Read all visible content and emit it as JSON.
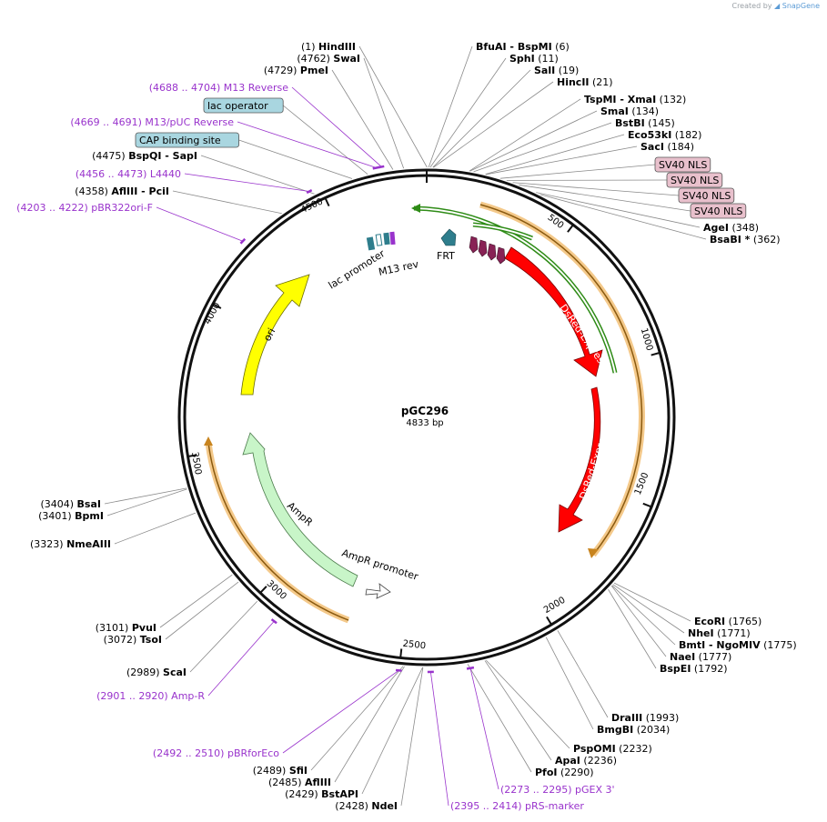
{
  "credit": {
    "prefix": "Created by",
    "brand": "SnapGene"
  },
  "plasmid": {
    "name": "pGC296",
    "length_label": "4833 bp",
    "length": 4833
  },
  "colors": {
    "backbone": "#111111",
    "tick": "#333333",
    "cut_line": "#8a8a8a",
    "primer": "#9933cc",
    "green_arrow": "#2e8b16",
    "orange_arrow": "#e8a24a",
    "dsred": "#ff0000",
    "ori": "#ffff00",
    "ampr": "#c8f5c8",
    "ampr_promoter": "#ffffff",
    "sv40": "#882255",
    "frt": "#2e7d8c",
    "lac_operator_bg": "#a9d6e0",
    "cap_bg": "#a9d6e0",
    "sv40_bg": "#e8c0cc"
  },
  "scale_ticks": [
    "500",
    "1000",
    "1500",
    "2000",
    "2500",
    "3000",
    "3500",
    "4000",
    "4500"
  ],
  "sites": [
    {
      "text_name": "HindIII",
      "pos_label": "(1)",
      "bp": 1
    },
    {
      "text_name": "BfuAI - BspMI",
      "pos_label": "(6)",
      "bp": 6
    },
    {
      "text_name": "SphI",
      "pos_label": "(11)",
      "bp": 11
    },
    {
      "text_name": "SalI",
      "pos_label": "(19)",
      "bp": 19
    },
    {
      "text_name": "HincII",
      "pos_label": "(21)",
      "bp": 21
    },
    {
      "text_name": "TspMI - XmaI",
      "pos_label": "(132)",
      "bp": 132
    },
    {
      "text_name": "SmaI",
      "pos_label": "(134)",
      "bp": 134
    },
    {
      "text_name": "BstBI",
      "pos_label": "(145)",
      "bp": 145
    },
    {
      "text_name": "Eco53kI",
      "pos_label": "(182)",
      "bp": 182
    },
    {
      "text_name": "SacI",
      "pos_label": "(184)",
      "bp": 184
    },
    {
      "text_name": "AgeI",
      "pos_label": "(348)",
      "bp": 348
    },
    {
      "text_name": "BsaBI *",
      "pos_label": "(362)",
      "bp": 362
    },
    {
      "text_name": "EcoRI",
      "pos_label": "(1765)",
      "bp": 1765
    },
    {
      "text_name": "NheI",
      "pos_label": "(1771)",
      "bp": 1771
    },
    {
      "text_name": "BmtI - NgoMIV",
      "pos_label": "(1775)",
      "bp": 1775
    },
    {
      "text_name": "NaeI",
      "pos_label": "(1777)",
      "bp": 1777
    },
    {
      "text_name": "BspEI",
      "pos_label": "(1792)",
      "bp": 1792
    },
    {
      "text_name": "DraIII",
      "pos_label": "(1993)",
      "bp": 1993
    },
    {
      "text_name": "BmgBI",
      "pos_label": "(2034)",
      "bp": 2034
    },
    {
      "text_name": "PspOMI",
      "pos_label": "(2232)",
      "bp": 2232
    },
    {
      "text_name": "ApaI",
      "pos_label": "(2236)",
      "bp": 2236
    },
    {
      "text_name": "PfoI",
      "pos_label": "(2290)",
      "bp": 2290
    },
    {
      "text_name": "NdeI",
      "pos_label": "(2428)",
      "bp": 2428
    },
    {
      "text_name": "BstAPI",
      "pos_label": "(2429)",
      "bp": 2429
    },
    {
      "text_name": "AflIII",
      "pos_label": "(2485)",
      "bp": 2485
    },
    {
      "text_name": "SfiI",
      "pos_label": "(2489)",
      "bp": 2489
    },
    {
      "text_name": "ScaI",
      "pos_label": "(2989)",
      "bp": 2989
    },
    {
      "text_name": "TsoI",
      "pos_label": "(3072)",
      "bp": 3072
    },
    {
      "text_name": "PvuI",
      "pos_label": "(3101)",
      "bp": 3101
    },
    {
      "text_name": "NmeAIII",
      "pos_label": "(3323)",
      "bp": 3323
    },
    {
      "text_name": "BpmI",
      "pos_label": "(3401)",
      "bp": 3401
    },
    {
      "text_name": "BsaI",
      "pos_label": "(3404)",
      "bp": 3404
    },
    {
      "text_name": "AflIII - PciI",
      "pos_label": "(4358)",
      "bp": 4358
    },
    {
      "text_name": "BspQI - SapI",
      "pos_label": "(4475)",
      "bp": 4475
    },
    {
      "text_name": "PmeI",
      "pos_label": "(4729)",
      "bp": 4729
    },
    {
      "text_name": "SwaI",
      "pos_label": "(4762)",
      "bp": 4762
    }
  ],
  "primers": [
    {
      "range": "(4688 .. 4704)",
      "name": "M13 Reverse",
      "start": 4688,
      "end": 4704
    },
    {
      "range": "(4669 .. 4691)",
      "name": "M13/pUC Reverse",
      "start": 4669,
      "end": 4691
    },
    {
      "range": "(4456 .. 4473)",
      "name": "L4440",
      "start": 4456,
      "end": 4473
    },
    {
      "range": "(4203 .. 4222)",
      "name": "pBR322ori-F",
      "start": 4203,
      "end": 4222
    },
    {
      "range": "(2901 .. 2920)",
      "name": "Amp-R",
      "start": 2901,
      "end": 2920
    },
    {
      "range": "(2492 .. 2510)",
      "name": "pBRforEco",
      "start": 2492,
      "end": 2510
    },
    {
      "range": "(2395 .. 2414)",
      "name": "pRS-marker",
      "start": 2395,
      "end": 2414
    },
    {
      "range": "(2273 .. 2295)",
      "name": "pGEX 3'",
      "start": 2273,
      "end": 2295
    }
  ],
  "boxed_labels": [
    {
      "text": "lac operator"
    },
    {
      "text": "CAP binding site"
    },
    {
      "text": "SV40 NLS"
    },
    {
      "text": "SV40 NLS"
    },
    {
      "text": "SV40 NLS"
    },
    {
      "text": "SV40 NLS"
    }
  ],
  "features": [
    {
      "name": "DsRed-Express",
      "start": 370,
      "end": 1050
    },
    {
      "name": "DsRed-Express",
      "start": 1080,
      "end": 1760
    },
    {
      "name": "ori",
      "start": 3620,
      "end": 4290
    },
    {
      "name": "AmpR",
      "start": 2790,
      "end": 3450
    },
    {
      "name": "AmpR promoter",
      "start": 2680,
      "end": 2790
    },
    {
      "name": "FRT",
      "start": 100,
      "end": 140
    },
    {
      "name": "lac promoter",
      "start": 4640,
      "end": 4665
    },
    {
      "name": "M13 rev",
      "start": 4688,
      "end": 4704
    }
  ]
}
